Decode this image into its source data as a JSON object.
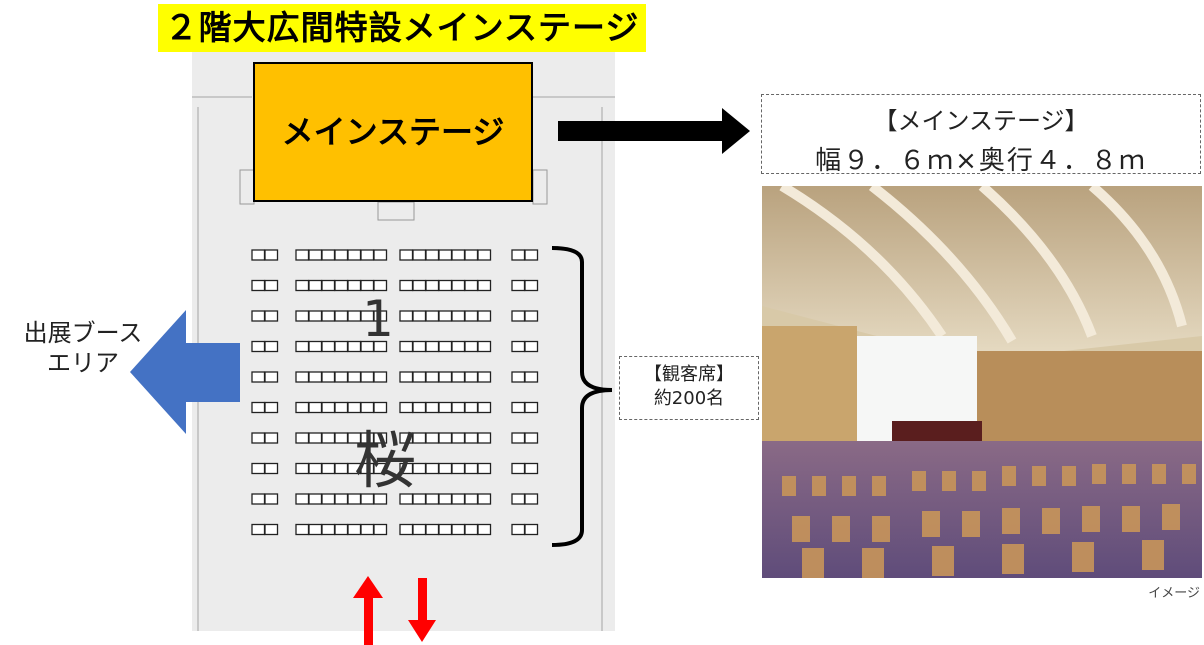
{
  "title": "２階大広間特設メインステージ",
  "stage": {
    "label": "メインステージ"
  },
  "stage_note": {
    "line1": "【メインステージ】",
    "line2": "幅９．６ｍ×奥行４．８ｍ"
  },
  "seating": {
    "rows": 10,
    "note_line1": "【観客席】",
    "note_line2": "約200名",
    "room_name": "桜",
    "room_number": "1"
  },
  "booth_area": {
    "line1": "出展ブース",
    "line2": "エリア"
  },
  "photo": {
    "caption": "イメージ"
  },
  "colors": {
    "title_bg": "#ffff00",
    "stage_fill": "#ffc000",
    "booth_arrow": "#4472c4",
    "entry_arrows": "#ff0000"
  }
}
